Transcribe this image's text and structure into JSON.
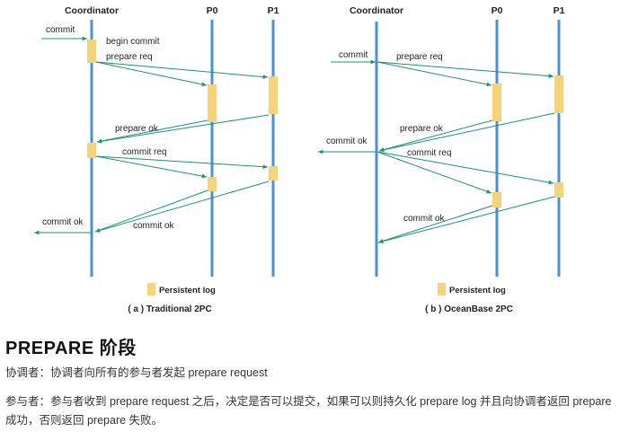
{
  "colors": {
    "lifeline": "#4a90d9",
    "arrow": "#1d8e80",
    "persistent_log": "#f5d37a"
  },
  "left": {
    "headers": {
      "coordinator": "Coordinator",
      "p0": "P0",
      "p1": "P1"
    },
    "labels": {
      "commit_in": "commit",
      "begin_commit": "begin commit",
      "prepare_req": "prepare req",
      "prepare_ok": "prepare ok",
      "commit_req": "commit req",
      "commit_ok_in": "commit ok",
      "commit_ok_out": "commit ok"
    },
    "legend": "Persistent log",
    "caption": "( a ) Traditional 2PC"
  },
  "right": {
    "headers": {
      "coordinator": "Coordinator",
      "p0": "P0",
      "p1": "P1"
    },
    "labels": {
      "commit_in": "commit",
      "prepare_req": "prepare req",
      "prepare_ok": "prepare ok",
      "commit_ok_out": "commit ok",
      "commit_req": "commit req",
      "commit_ok_in": "commit ok"
    },
    "legend": "Persistent log",
    "caption": "( b ) OceanBase 2PC"
  },
  "section_title": "PREPARE 阶段",
  "paragraphs": [
    "协调者：协调者向所有的参与者发起 prepare request",
    "参与者：参与者收到 prepare request 之后，决定是否可以提交，如果可以则持久化 prepare log 并且向协调者返回 prepare 成功，否则返回 prepare 失败。"
  ]
}
